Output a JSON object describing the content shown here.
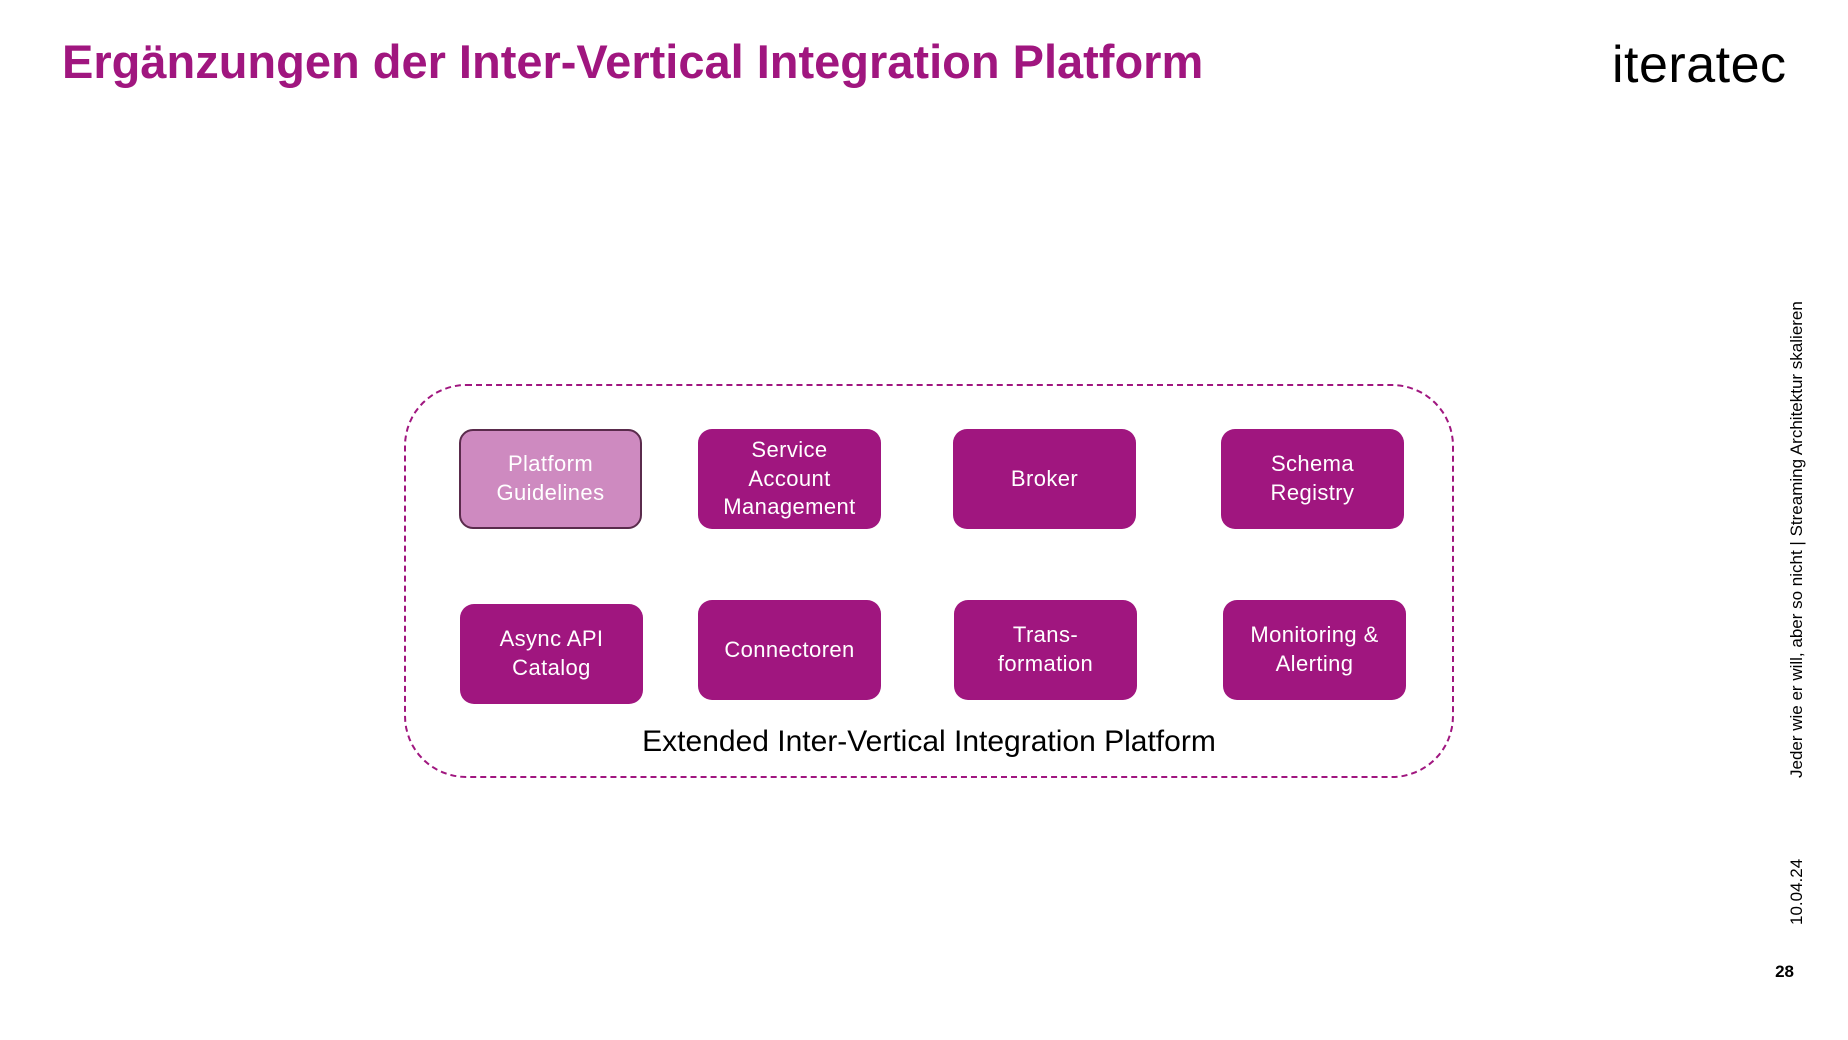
{
  "title": "Ergänzungen der Inter-Vertical Integration Platform",
  "logo_text": "iteratec",
  "colors": {
    "accent": "#a0167f",
    "box_fill": "#a0167f",
    "box_fill_highlight": "#ce8ac0",
    "box_border_highlight": "#5a2b4c",
    "frame_border": "#a0167f",
    "title_color": "#a0167f"
  },
  "platform": {
    "label": "Extended Inter-Vertical Integration Platform",
    "components": [
      {
        "label": "Platform\nGuidelines",
        "highlighted": true
      },
      {
        "label": "Service\nAccount\nManagement",
        "highlighted": false
      },
      {
        "label": "Broker",
        "highlighted": false
      },
      {
        "label": "Schema\nRegistry",
        "highlighted": false
      },
      {
        "label": "Async API\nCatalog",
        "highlighted": false
      },
      {
        "label": "Connectoren",
        "highlighted": false
      },
      {
        "label": "Trans-\nformation",
        "highlighted": false
      },
      {
        "label": "Monitoring &\nAlerting",
        "highlighted": false
      }
    ]
  },
  "footer": {
    "side_text": "Jeder wie er will, aber so nicht | Streaming Architektur skalieren",
    "date": "10.04.24",
    "page_number": "28"
  }
}
